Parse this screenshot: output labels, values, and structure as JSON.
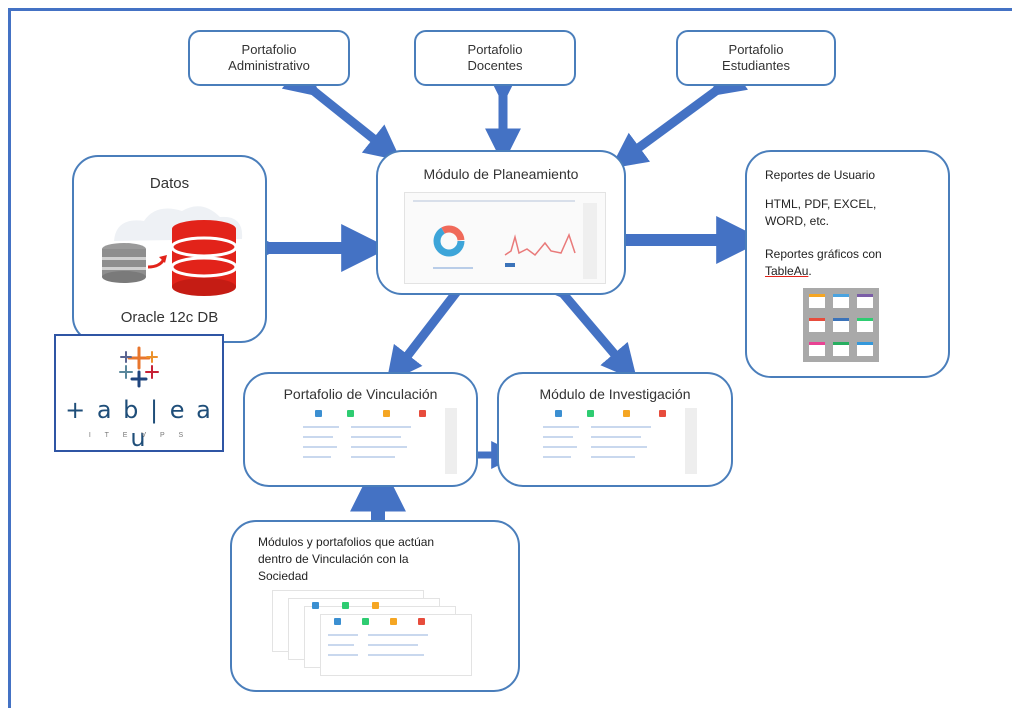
{
  "portfolios": {
    "administrativo": [
      "Portafolio",
      "Administrativo"
    ],
    "docentes": [
      "Portafolio",
      "Docentes"
    ],
    "estudiantes": [
      "Portafolio",
      "Estudiantes"
    ]
  },
  "datos": {
    "title": "Datos",
    "db": "Oracle 12c DB"
  },
  "planeamiento": {
    "title": "Módulo de Planeamiento"
  },
  "reportes": {
    "title": "Reportes de Usuario",
    "formats": "HTML, PDF, EXCEL, WORD, etc.",
    "graficos": "Reportes gráficos con",
    "tableau_link": "TableAu",
    "tableau_suffix": "."
  },
  "tableau_logo": {
    "wordmark": "+ a b | e a u",
    "sub": "I T E V P S"
  },
  "vinculacion": {
    "title": "Portafolio de Vinculación"
  },
  "investigacion": {
    "title": "Módulo de Investigación"
  },
  "modulos": {
    "line1": "Módulos y portafolios que actúan",
    "line2": "dentro de Vinculación con la",
    "line3": "Sociedad"
  },
  "colors": {
    "border": "#4a7ebb",
    "arrow": "#4472c4",
    "oracle_red": "#e2231a",
    "tableau_blue": "#1f4e79"
  }
}
